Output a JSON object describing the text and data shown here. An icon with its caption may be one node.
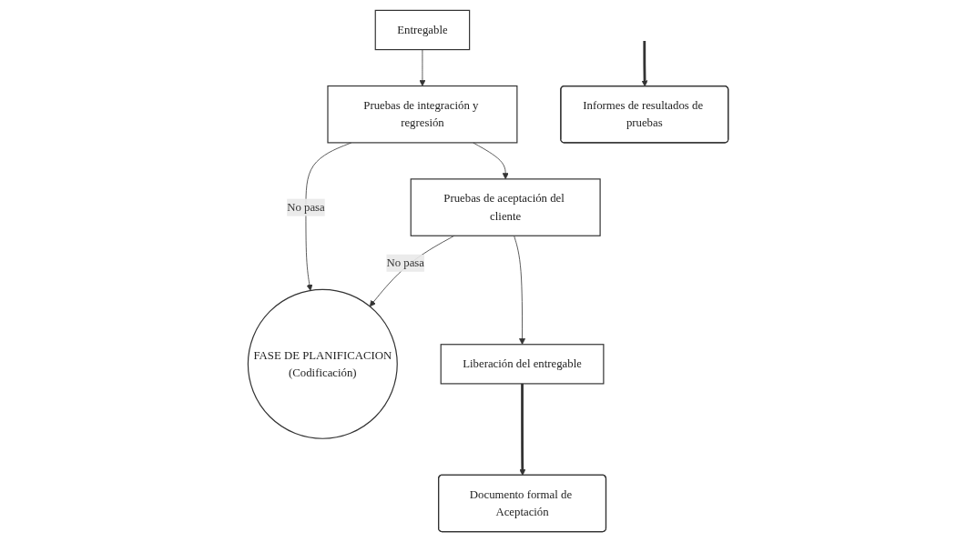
{
  "diagram": {
    "nodes": [
      {
        "text": [
          "Entregable"
        ]
      },
      {
        "text": [
          "Pruebas de integración y regresión"
        ]
      },
      {
        "text": [
          "Pruebas de aceptación del cliente"
        ]
      },
      {
        "text": [
          "Liberación del entregable"
        ]
      },
      {
        "text": [
          "Informes de resultados de pruebas"
        ]
      },
      {
        "text": [
          "Documento formal de Aceptación"
        ]
      },
      {
        "text": [
          "FASE DE PLANIFICACION",
          "(Codificación)"
        ]
      }
    ],
    "edges": [
      {
        "from": 0,
        "to": 1,
        "arrow": "to"
      },
      {
        "from": 1,
        "to": 6,
        "arrow": "to",
        "label": "No pasa"
      },
      {
        "from": 1,
        "to": 2,
        "arrow": "to"
      },
      {
        "from": null,
        "to": 4,
        "arrow": "to",
        "style": "thick"
      },
      {
        "from": 2,
        "to": 6,
        "arrow": "to",
        "label": "No pasa"
      },
      {
        "from": 2,
        "to": 3,
        "arrow": "to"
      },
      {
        "from": 3,
        "to": 5,
        "arrow": "to",
        "style": "thick"
      }
    ]
  }
}
